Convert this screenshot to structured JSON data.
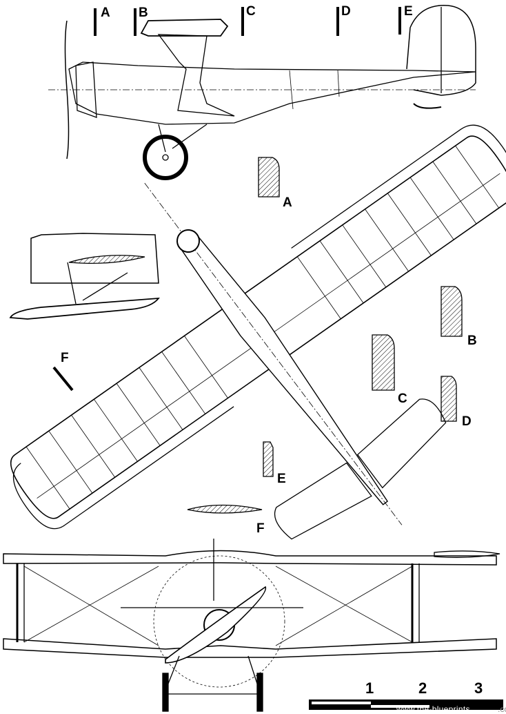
{
  "title": "Biplane three-view drawing",
  "section_labels": {
    "A": "A",
    "B": "B",
    "C": "C",
    "D": "D",
    "E": "E",
    "F": "F"
  },
  "scale": {
    "ticks": [
      "1",
      "2",
      "3"
    ]
  },
  "watermark": {
    "text": "www.the-blueprints",
    "suffix": ".com"
  },
  "colors": {
    "ink": "#000000",
    "paper": "#ffffff"
  }
}
